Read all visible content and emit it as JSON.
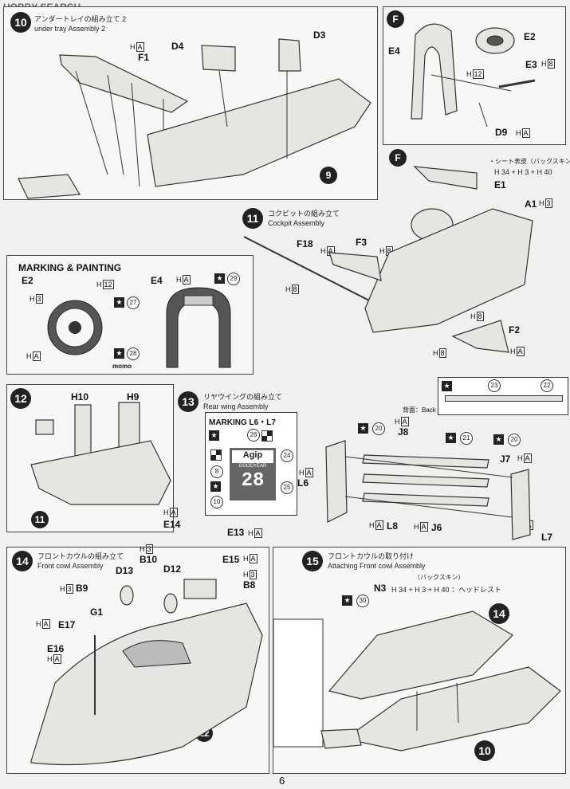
{
  "watermark": "HOBBY SEARCH",
  "page_number": "6",
  "step10": {
    "num": "10",
    "jp": "アンダートレイの組み立て 2",
    "en": "under tray Assembly 2",
    "parts": [
      "F1",
      "D4",
      "D3"
    ],
    "ref": "9"
  },
  "stepF_top": {
    "num": "F",
    "parts": [
      "E4",
      "E2",
      "E3",
      "D9"
    ],
    "h12": "12",
    "h8": "8"
  },
  "step11": {
    "num": "11",
    "jp": "コクピットの組み立て",
    "en": "Cockpit Assembly",
    "parts": [
      "E1",
      "A1",
      "F18",
      "F3",
      "F2"
    ],
    "seat_note": "・シート表皮（バックスキン）",
    "seat_formula": "H 34 + H 3 + H 40",
    "h3": "3",
    "h8": "8"
  },
  "marking": {
    "title": "MARKING & PAINTING",
    "e2": "E2",
    "e4": "E4",
    "h12": "12",
    "h3": "3",
    "n27": "27",
    "n28": "28",
    "n29": "29",
    "brand": "momo"
  },
  "step12": {
    "num": "12",
    "parts": [
      "H10",
      "H9"
    ],
    "ref": "11"
  },
  "step13": {
    "num": "13",
    "jp": "リヤウイングの組み立て",
    "en": "Rear wing Assembly",
    "marking_title": "MARKING  L6・L7",
    "decal_text1": "Agip",
    "decal_text2": "GOODYEAR",
    "decal_number": "28",
    "n26": "26",
    "n24": "24",
    "n25": "25",
    "n8": "8",
    "n10": "10",
    "n20": "20",
    "n21": "21",
    "n22": "22",
    "n23": "23",
    "back_label": "背面：Back",
    "parts": [
      "J8",
      "J7",
      "L6",
      "L8",
      "J6",
      "L7"
    ]
  },
  "step14": {
    "num": "14",
    "jp": "フロントカウルの組み立て",
    "en": "Front cowl Assembly",
    "parts": [
      "D13",
      "B9",
      "B10",
      "D12",
      "E14",
      "E13",
      "E15",
      "B8",
      "G1",
      "E17",
      "E16"
    ],
    "h3": "3",
    "ref": "12"
  },
  "step15": {
    "num": "15",
    "jp": "フロントカウルの取り付け",
    "en": "Attaching  Front cowl Assembly",
    "n3": "N3",
    "formula": "H 34 + H 3 + H 40 ：ヘッドレスト",
    "buckskin": "（バックスキン）",
    "n30": "30",
    "ref_top": "14",
    "ref_bottom": "10"
  }
}
